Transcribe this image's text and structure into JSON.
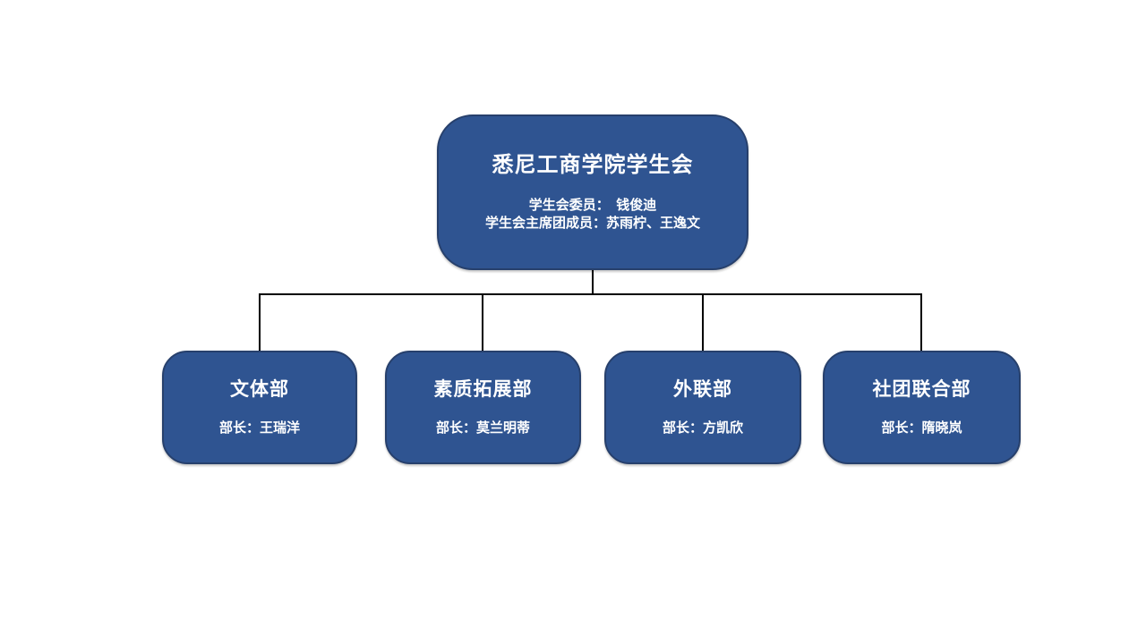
{
  "org_chart": {
    "root": {
      "title": "悉尼工商学院学生会",
      "detail_lines": [
        "学生会委员：　钱俊迪",
        "学生会主席团成员：苏雨柠、王逸文"
      ]
    },
    "departments": [
      {
        "title": "文体部",
        "leader": "部长：王瑞洋"
      },
      {
        "title": "素质拓展部",
        "leader": "部长：莫兰明蒂"
      },
      {
        "title": "外联部",
        "leader": "部长：方凯欣"
      },
      {
        "title": "社团联合部",
        "leader": "部长：隋晓岚"
      }
    ],
    "colors": {
      "node_fill": "#2F5491",
      "node_border": "#27406C",
      "node_text": "#FFFFFF",
      "connector": "#000000",
      "slide_background": "#FFFFFF"
    }
  }
}
